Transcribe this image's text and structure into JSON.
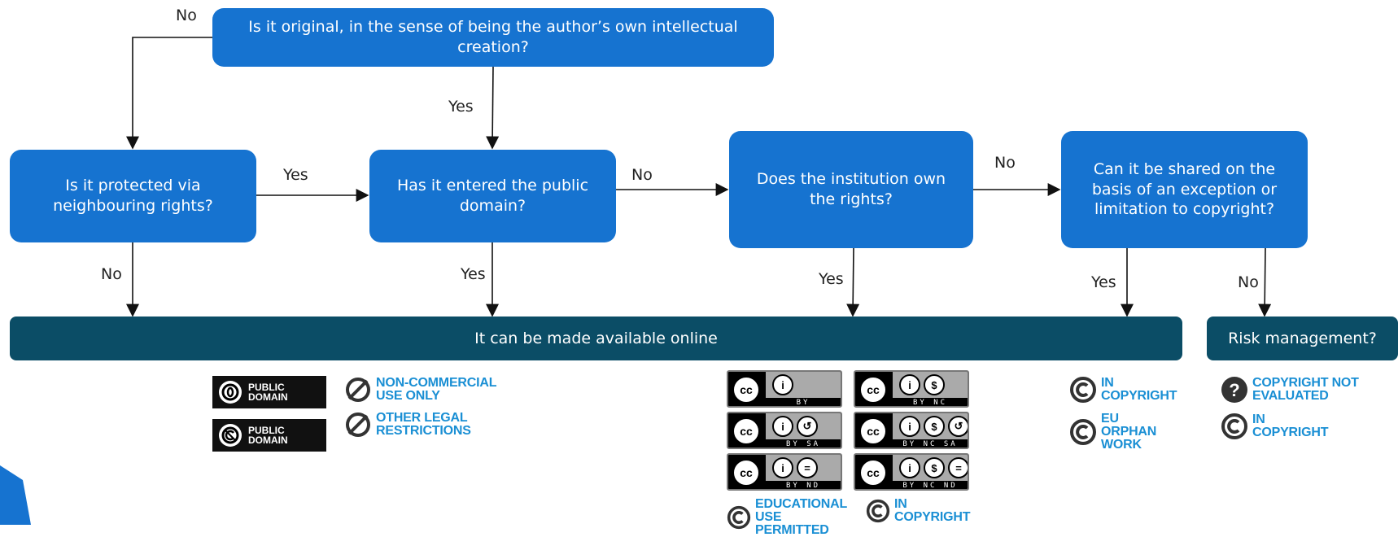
{
  "nodes": {
    "original": "Is it original, in the sense of being the author’s own intellectual creation?",
    "neighbouring": "Is it protected via neighbouring rights?",
    "public_domain": "Has it entered the public domain?",
    "institution": "Does the institution own the rights?",
    "exception": "Can it be shared on the basis of an exception or limitation to copyright?"
  },
  "outcomes": {
    "online": "It can be made available online",
    "risk": "Risk management?"
  },
  "edge_labels": {
    "original_no": "No",
    "original_yes": "Yes",
    "neighbouring_yes": "Yes",
    "neighbouring_no": "No",
    "public_no": "No",
    "public_yes": "Yes",
    "institution_no": "No",
    "institution_yes": "Yes",
    "exception_yes": "Yes",
    "exception_no": "No"
  },
  "badges": {
    "public_domain_mark": "PUBLIC DOMAIN",
    "cc0_mark": "PUBLIC DOMAIN",
    "noncommercial": "NON-COMMERCIAL USE ONLY",
    "other_legal": "OTHER LEGAL RESTRICTIONS",
    "educational": "EDUCATIONAL USE PERMITTED",
    "in_copyright_1": "IN COPYRIGHT",
    "in_copyright_2": "IN COPYRIGHT",
    "eu_orphan": "EU ORPHAN WORK",
    "not_evaluated": "COPYRIGHT NOT EVALUATED",
    "in_copyright_3": "IN COPYRIGHT"
  },
  "cc_licenses": {
    "by": "BY",
    "by_nc": "BY NC",
    "by_sa": "BY SA",
    "by_nc_sa": "BY NC SA",
    "by_nd": "BY ND",
    "by_nc_nd": "BY NC ND"
  },
  "colors": {
    "box": "#1673d0",
    "bar": "#0b4d66",
    "badge_text": "#1a8fd4",
    "corner": "#1673d0"
  }
}
